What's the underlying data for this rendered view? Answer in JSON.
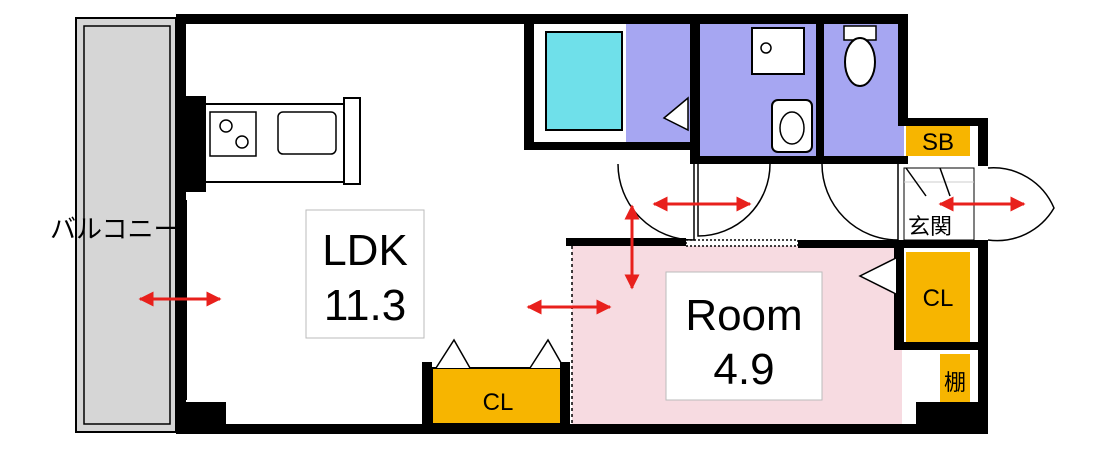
{
  "balcony_label": "バルコニー",
  "rooms": {
    "ldk": {
      "name": "LDK",
      "size": "11.3"
    },
    "room": {
      "name": "Room",
      "size": "4.9"
    }
  },
  "labels": {
    "closet_bottom": "CL",
    "closet_right": "CL",
    "shoe_box": "SB",
    "entrance": "玄関",
    "shelf": "棚"
  },
  "colors": {
    "wall": "#000000",
    "balcony": "#d6d6d6",
    "wet_area": "#a6a6f2",
    "bathtub": "#6fe0ea",
    "storage": "#f7b500",
    "room_floor": "#f7dbe1",
    "arrow": "#e8201c"
  }
}
